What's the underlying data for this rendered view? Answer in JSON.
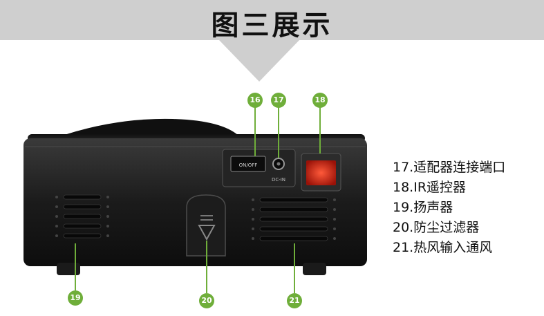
{
  "header": {
    "title": "图三展示"
  },
  "badges": {
    "b16": "16",
    "b17": "17",
    "b18": "18",
    "b19": "19",
    "b20": "20",
    "b21": "21"
  },
  "device": {
    "switch_label": "ON/OFF",
    "dc_label": "DC-IN"
  },
  "labels": [
    "17.适配器连接端口",
    "18.IR遥控器",
    "19.扬声器",
    "20.防尘过滤器",
    "21.热风输入通风"
  ],
  "colors": {
    "banner": "#cfcfcf",
    "badge": "#6fae3a",
    "ir_window": "#c8281e"
  }
}
